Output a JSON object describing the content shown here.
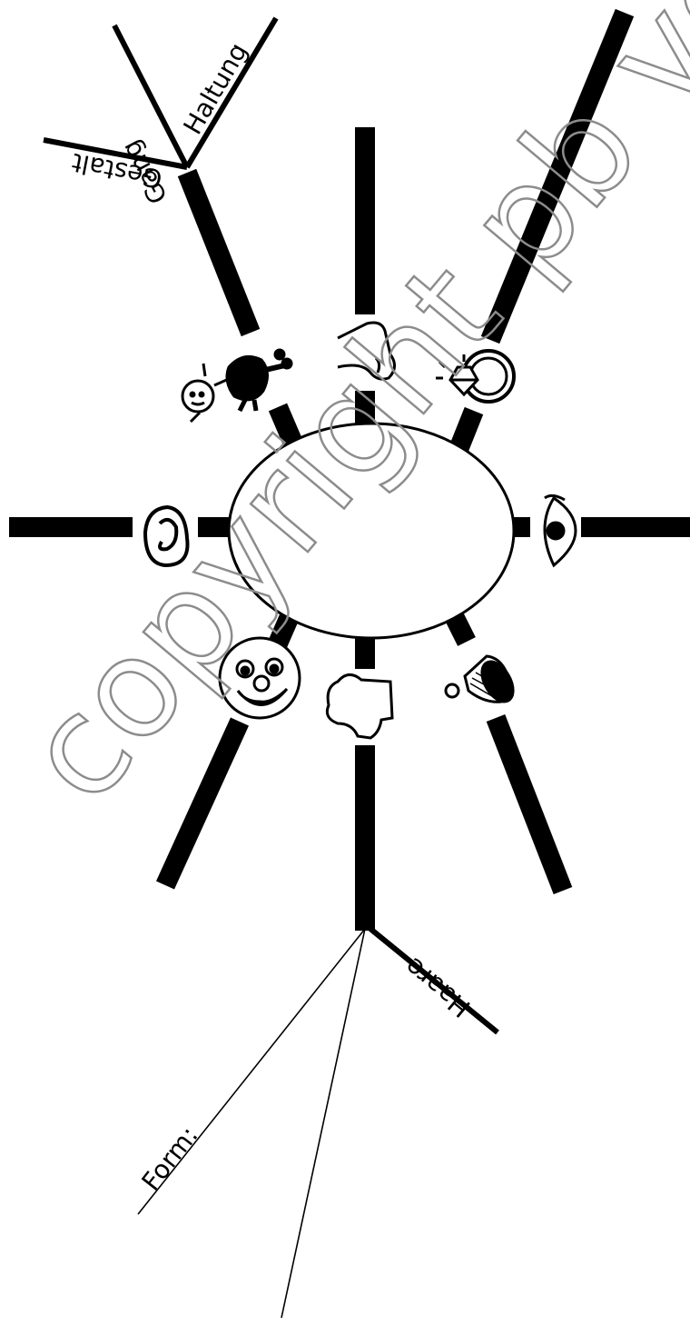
{
  "labels": {
    "haltung": "Haltung",
    "gang": "Gang",
    "gestalt": "Gestalt",
    "haare": "Haare",
    "form": "Form:"
  },
  "watermark": "copyright pb verlag",
  "icons": [
    "figure-icon",
    "nose-icon",
    "ring-icon",
    "ear-icon",
    "eye-icon",
    "face-icon",
    "head-silhouette-icon",
    "hat-icon"
  ],
  "colors": {
    "ink": "#000000",
    "watermark": "#8c8c8c",
    "background": "#ffffff"
  }
}
